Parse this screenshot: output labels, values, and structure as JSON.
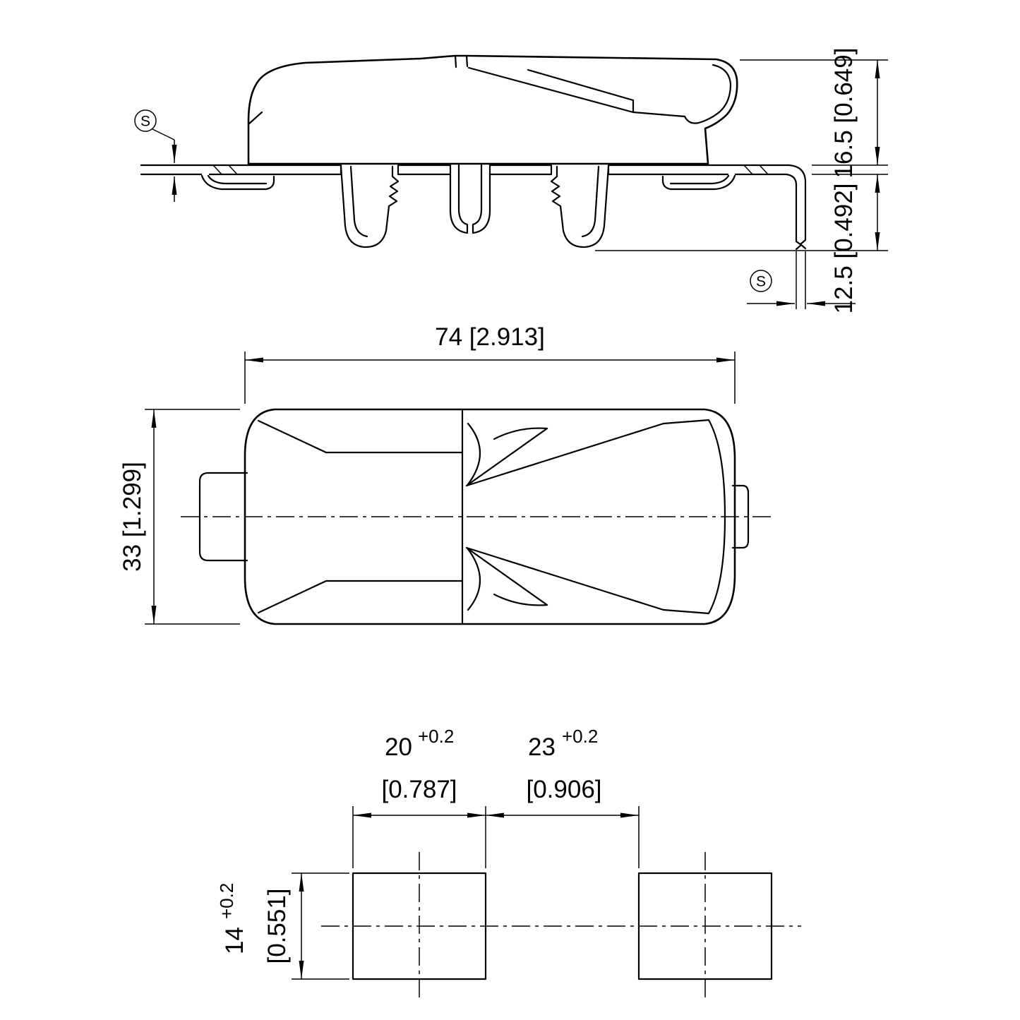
{
  "page": {
    "background_color": "#ffffff",
    "line_color": "#000000"
  },
  "side_view": {
    "dim_height_upper": "16.5 [0.649]",
    "dim_height_lower": "12.5 [0.492]",
    "panel_thickness_symbol_left": "S",
    "panel_thickness_symbol_right": "S"
  },
  "plan_view": {
    "dim_width": "74 [2.913]",
    "dim_height": "33 [1.299]"
  },
  "cutout_view": {
    "slot_width_mm": "20",
    "slot_width_tol": "+0.2",
    "slot_width_in": "[0.787]",
    "slot_gap_mm": "23",
    "slot_gap_tol": "+0.2",
    "slot_gap_in": "[0.906]",
    "slot_height_mm": "14",
    "slot_height_tol": "+0.2",
    "slot_height_in": "[0.551]"
  }
}
